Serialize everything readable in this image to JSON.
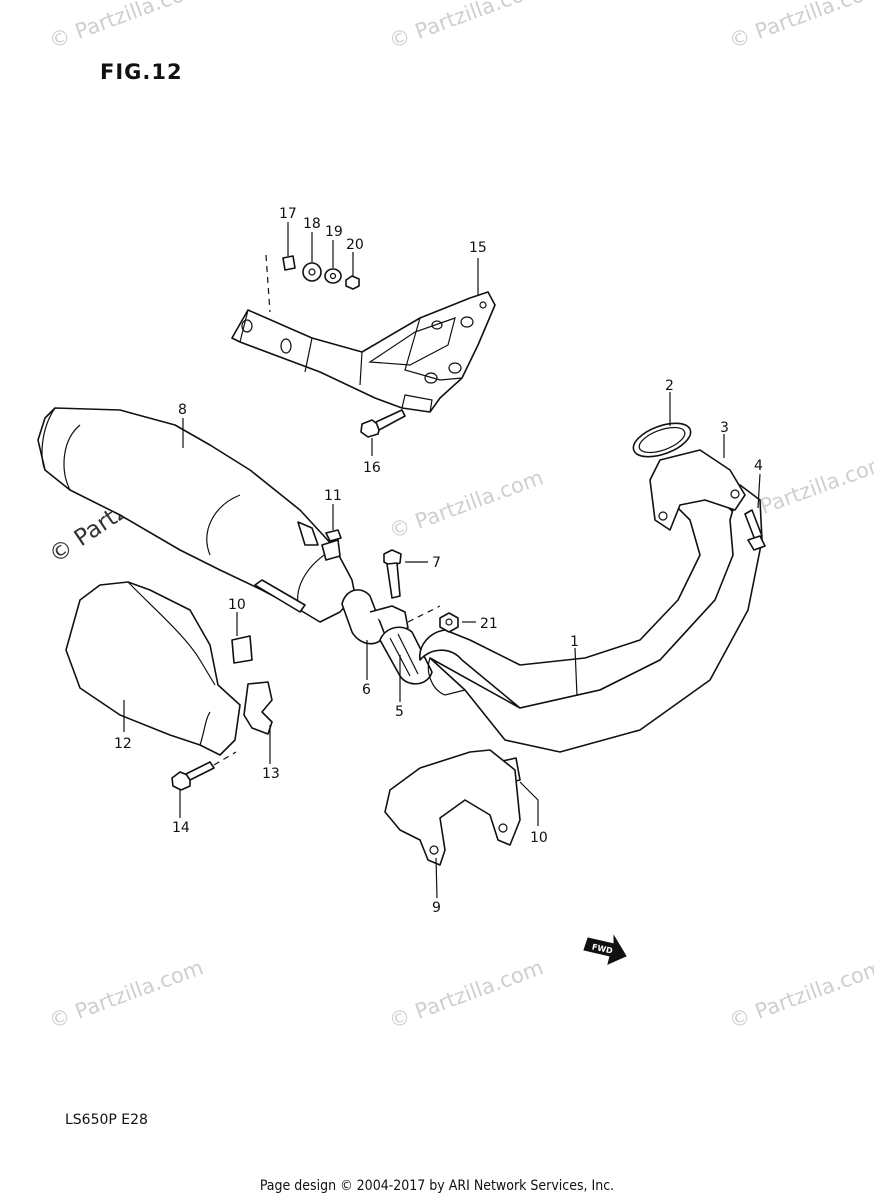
{
  "figure": {
    "title": "FIG.12",
    "model_code": "LS650P  E28",
    "footer": "Page design © 2004-2017 by ARI Network Services, Inc."
  },
  "watermarks": {
    "text": "© Partzilla.com",
    "big_text": "© Partzilla.com"
  },
  "callouts": {
    "p1": "1",
    "p2": "2",
    "p3": "3",
    "p4": "4",
    "p5": "5",
    "p6": "6",
    "p7": "7",
    "p8": "8",
    "p9": "9",
    "p10a": "10",
    "p10b": "10",
    "p11": "11",
    "p12": "12",
    "p13": "13",
    "p14": "14",
    "p15": "15",
    "p16": "16",
    "p17": "17",
    "p18": "18",
    "p19": "19",
    "p20": "20",
    "p21": "21"
  },
  "fwd_arrow": {
    "label": "FWD"
  }
}
